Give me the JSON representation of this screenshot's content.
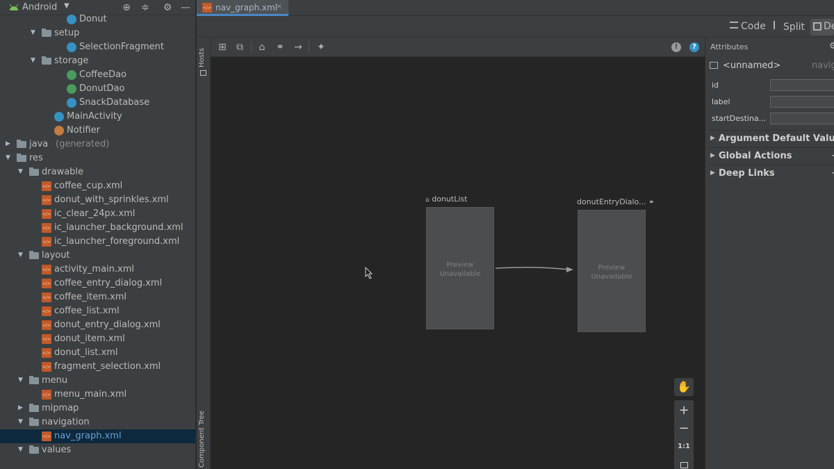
{
  "project_panel": {
    "title": "Android",
    "tree": [
      {
        "label": "Donut",
        "type": "class"
      },
      {
        "label": "setup",
        "type": "folder",
        "expanded": true
      },
      {
        "label": "SelectionFragment",
        "type": "class"
      },
      {
        "label": "storage",
        "type": "folder",
        "expanded": true
      },
      {
        "label": "CoffeeDao",
        "type": "class-c"
      },
      {
        "label": "DonutDao",
        "type": "class-c"
      },
      {
        "label": "SnackDatabase",
        "type": "class"
      },
      {
        "label": "MainActivity",
        "type": "class"
      },
      {
        "label": "Notifier",
        "type": "class-o"
      },
      {
        "label": "java",
        "type": "folder",
        "expanded": false,
        "suffix": "(generated)"
      },
      {
        "label": "res",
        "type": "folder",
        "expanded": true
      },
      {
        "label": "drawable",
        "type": "folder",
        "expanded": true
      },
      {
        "label": "coffee_cup.xml",
        "type": "xml"
      },
      {
        "label": "donut_with_sprinkles.xml",
        "type": "xml"
      },
      {
        "label": "ic_clear_24px.xml",
        "type": "xml"
      },
      {
        "label": "ic_launcher_background.xml",
        "type": "xml"
      },
      {
        "label": "ic_launcher_foreground.xml",
        "type": "xml"
      },
      {
        "label": "layout",
        "type": "folder",
        "expanded": true
      },
      {
        "label": "activity_main.xml",
        "type": "xml"
      },
      {
        "label": "coffee_entry_dialog.xml",
        "type": "xml"
      },
      {
        "label": "coffee_item.xml",
        "type": "xml"
      },
      {
        "label": "coffee_list.xml",
        "type": "xml"
      },
      {
        "label": "donut_entry_dialog.xml",
        "type": "xml"
      },
      {
        "label": "donut_item.xml",
        "type": "xml"
      },
      {
        "label": "donut_list.xml",
        "type": "xml"
      },
      {
        "label": "fragment_selection.xml",
        "type": "xml"
      },
      {
        "label": "menu",
        "type": "folder",
        "expanded": true
      },
      {
        "label": "menu_main.xml",
        "type": "xml"
      },
      {
        "label": "mipmap",
        "type": "folder",
        "expanded": false
      },
      {
        "label": "navigation",
        "type": "folder",
        "expanded": true
      },
      {
        "label": "nav_graph.xml",
        "type": "xml",
        "selected": true
      },
      {
        "label": "values",
        "type": "folder",
        "expanded": true
      }
    ]
  },
  "side_strip": {
    "hosts": "Hosts",
    "component_tree": "Component Tree"
  },
  "editor": {
    "tab_label": "nav_graph.xml",
    "view_modes": {
      "code": "Code",
      "split": "Split",
      "design": "De"
    }
  },
  "canvas": {
    "destinations": [
      {
        "label": "donutList",
        "is_start": true,
        "preview": [
          "Preview",
          "Unavailable"
        ]
      },
      {
        "label": "donutEntryDialo...",
        "is_dialog": true,
        "preview": [
          "Preview",
          "Unavailable"
        ]
      }
    ],
    "zoom": {
      "fit_label": "1:1"
    }
  },
  "attributes": {
    "title": "Attributes",
    "name": "<unnamed>",
    "type_hint": "navig",
    "fields": [
      {
        "label": "id",
        "value": ""
      },
      {
        "label": "label",
        "value": ""
      },
      {
        "label": "startDestina...",
        "value": ""
      }
    ],
    "sections": [
      {
        "label": "Argument Default Value"
      },
      {
        "label": "Global Actions",
        "add": "+"
      },
      {
        "label": "Deep Links",
        "add": "+"
      }
    ]
  },
  "colors": {
    "selection": "#0d293e",
    "accent": "#4a88c7",
    "xml_icon": "#c05a2b",
    "class_icon": "#3592c4"
  }
}
